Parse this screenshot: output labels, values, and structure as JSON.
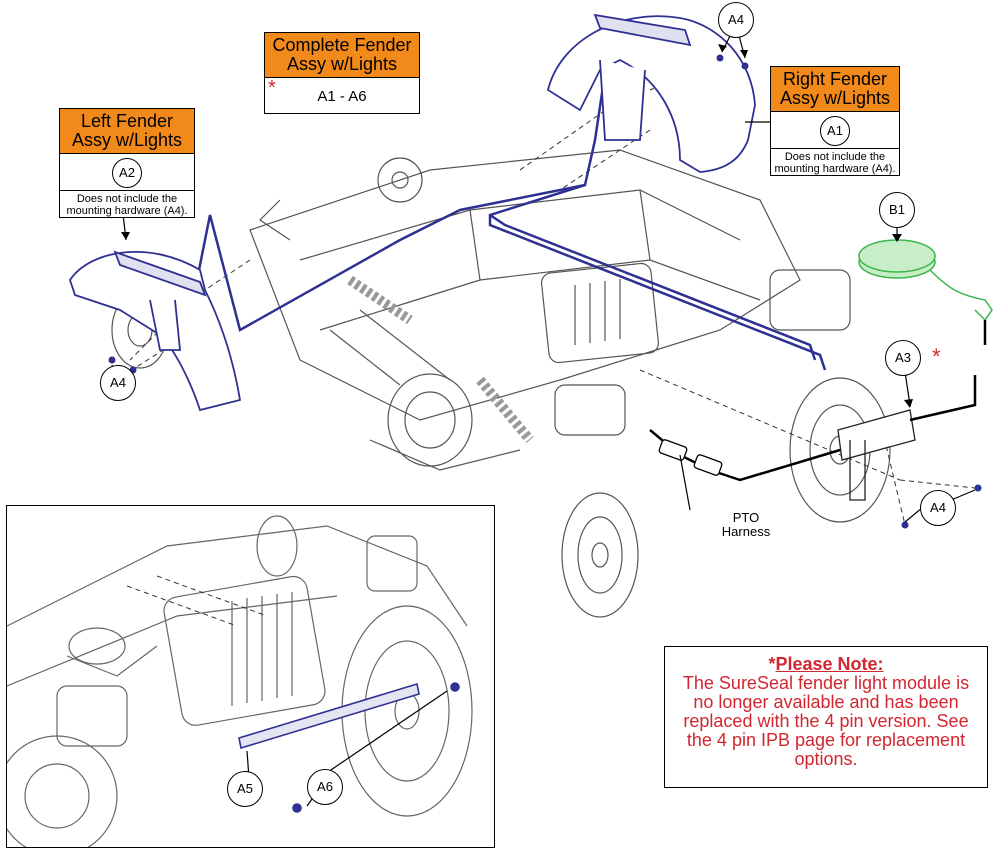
{
  "callouts": {
    "complete": {
      "title_l1": "Complete Fender",
      "title_l2": "Assy w/Lights",
      "range": "A1 - A6",
      "star": "*"
    },
    "right": {
      "title_l1": "Right Fender",
      "title_l2": "Assy w/Lights",
      "ref": "A1",
      "note_l1": "Does not include the",
      "note_l2": "mounting hardware (A4)."
    },
    "left": {
      "title_l1": "Left Fender",
      "title_l2": "Assy w/Lights",
      "ref": "A2",
      "note_l1": "Does not include the",
      "note_l2": "mounting hardware (A4)."
    }
  },
  "refs": {
    "a4_top": "A4",
    "a4_left": "A4",
    "a4_right": "A4",
    "b1": "B1",
    "a3": "A3",
    "a5": "A5",
    "a6": "A6"
  },
  "a3_star": "*",
  "pto": {
    "line1": "PTO",
    "line2": "Harness"
  },
  "note": {
    "star": "*",
    "title": "Please Note:",
    "line1": "The SureSeal fender light module is",
    "line2": "no longer available and has been",
    "line3": "replaced with the 4 pin version. See",
    "line4": "the 4 pin IPB page for replacement",
    "line5": "options."
  },
  "colors": {
    "accent_orange": "#f28a1b",
    "note_red": "#d22630",
    "fender_blue": "#2e3192",
    "module_green": "#3cb54a"
  }
}
